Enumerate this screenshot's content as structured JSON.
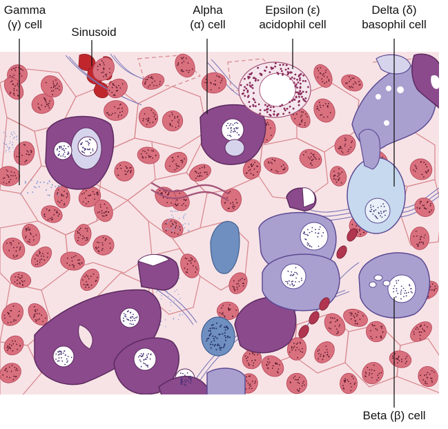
{
  "labels": {
    "gamma": {
      "line1": "Gamma",
      "line2": "(γ) cell"
    },
    "sinusoid": {
      "line1": "Sinusoid"
    },
    "alpha": {
      "line1": "Alpha",
      "line2": "(α) cell"
    },
    "epsilon": {
      "line1": "Epsilon (ε)",
      "line2": "acidophil cell"
    },
    "delta": {
      "line1": "Delta (δ)",
      "line2": "basophil cell"
    },
    "beta": {
      "line1": "Beta (β) cell"
    }
  },
  "colors": {
    "background": "#f7e3e6",
    "cell_outline": "#d98a90",
    "red_nucleus_fill": "#d9707e",
    "nucleus_dots": "#5a1a2e",
    "alpha_cell": "#8a4a8c",
    "beta_cell": "#a9a0d0",
    "delta_cell": "#c7d9ee",
    "epsilon_cell": "#f4e6ec",
    "sinusoid_rbc": "#c0272d",
    "gamma_granules": "#9aa6d6",
    "fiber": "#7b78b8",
    "blue_cell": "#6f8fc0"
  }
}
